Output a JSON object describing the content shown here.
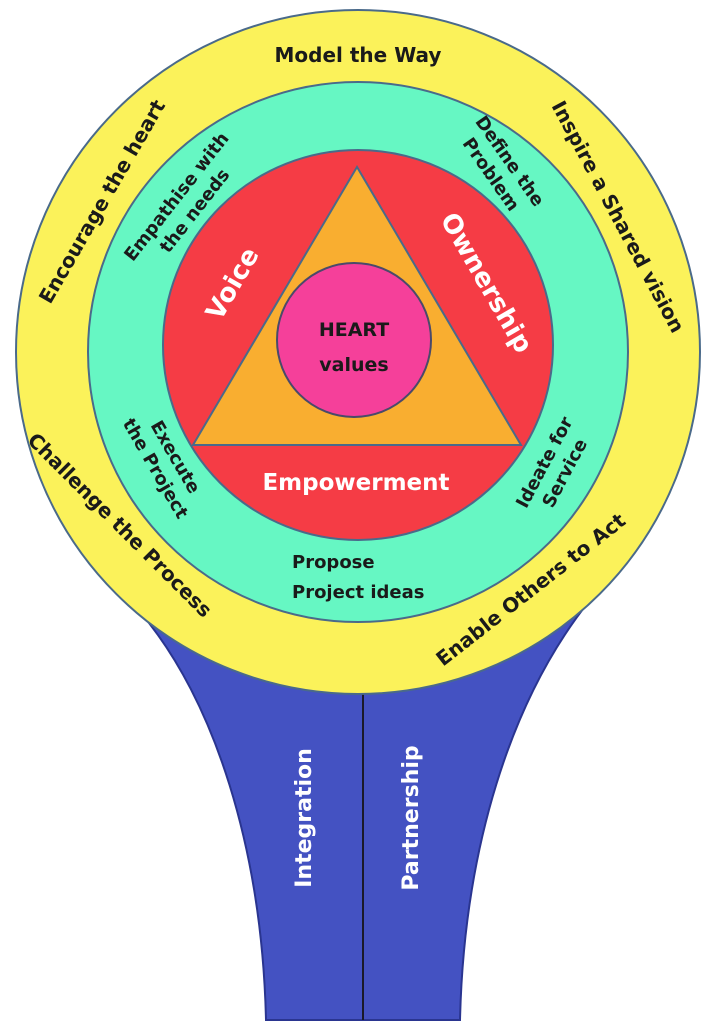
{
  "colors": {
    "stem": "#4452c2",
    "outer_ring": "#fbf25a",
    "middle_ring": "#66f7c3",
    "inner_circle": "#f53c45",
    "triangle": "#f9ae30",
    "center_circle": "#f5409a",
    "stroke": "#4a6a8a"
  },
  "outer_ring": {
    "top": "Model the Way",
    "upper_right": "Inspire a Shared vision",
    "lower_right": "Enable Others to Act",
    "lower_left": "Challenge the Process",
    "upper_left": "Encourage the heart"
  },
  "middle_ring": {
    "top_right": [
      "Define the",
      "Problem"
    ],
    "right": [
      "Ideate for",
      "Service"
    ],
    "bottom": [
      "Propose",
      "Project ideas"
    ],
    "left": [
      "Execute",
      "the Project"
    ],
    "top_left": [
      "Empathise with",
      "the needs"
    ]
  },
  "inner_circle": {
    "left": "Voice",
    "right": "Ownership",
    "bottom": "Empowerment"
  },
  "center": [
    "HEART",
    "values"
  ],
  "stem": {
    "left": "Integration",
    "right": "Partnership"
  }
}
